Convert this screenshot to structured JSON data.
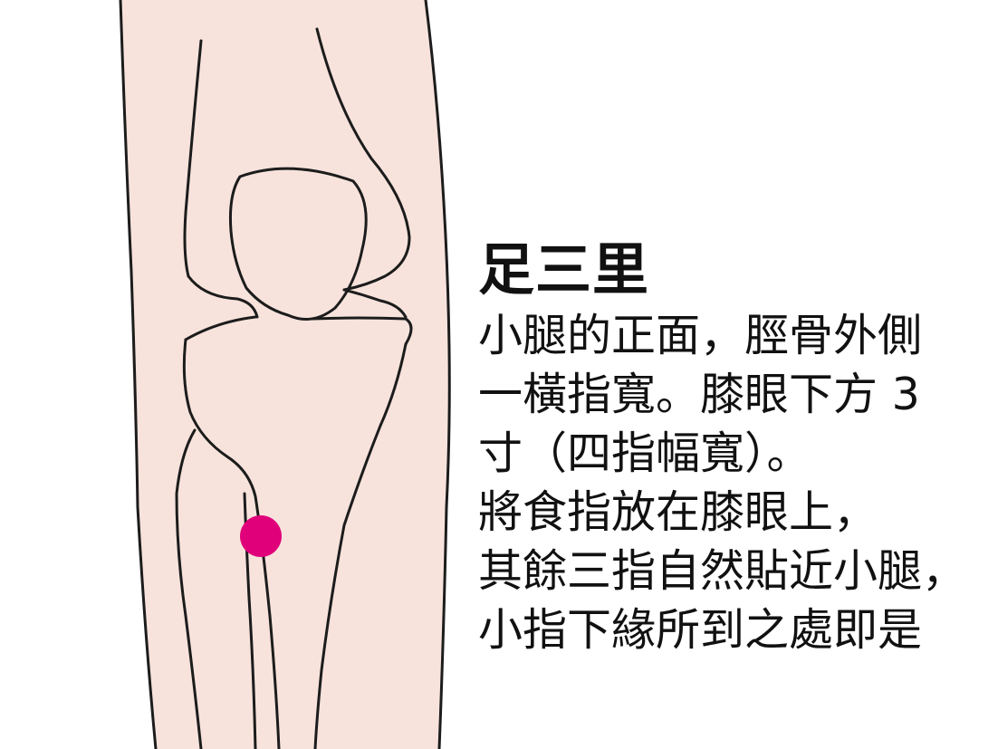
{
  "colors": {
    "skin": "#f7e3dc",
    "line": "#1c1c1c",
    "marker": "#e0007a",
    "text": "#111111"
  },
  "point": {
    "title": "足三里",
    "lines": [
      "小腿的正面，脛骨外側",
      "一橫指寬。膝眼下方 3",
      "寸（四指幅寬）。",
      "將食指放在膝眼上，",
      "其餘三指自然貼近小腿，",
      "小指下緣所到之處即是"
    ]
  }
}
